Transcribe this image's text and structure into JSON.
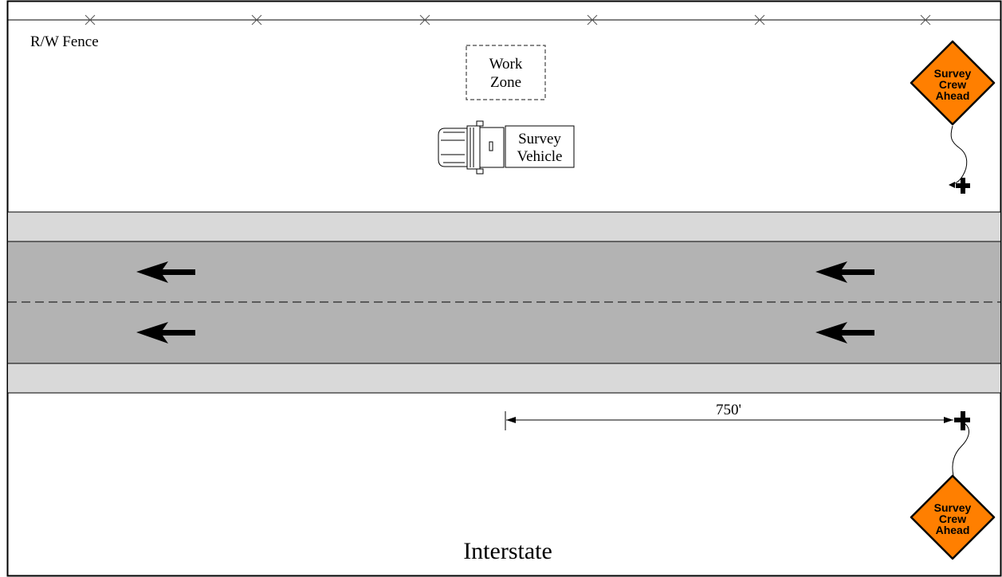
{
  "fence_label": "R/W Fence",
  "work_zone": {
    "line1": "Work",
    "line2": "Zone"
  },
  "survey_vehicle": {
    "line1": "Survey",
    "line2": "Vehicle"
  },
  "sign_top": {
    "line1": "Survey",
    "line2": "Crew",
    "line3": "Ahead"
  },
  "sign_bottom": {
    "line1": "Survey",
    "line2": "Crew",
    "line3": "Ahead"
  },
  "distance_label": "750'",
  "road_label": "Interstate",
  "colors": {
    "sign_orange": "#ff7f00",
    "pavement": "#b3b3b3",
    "shoulder": "#d9d9d9",
    "ink": "#000000"
  }
}
